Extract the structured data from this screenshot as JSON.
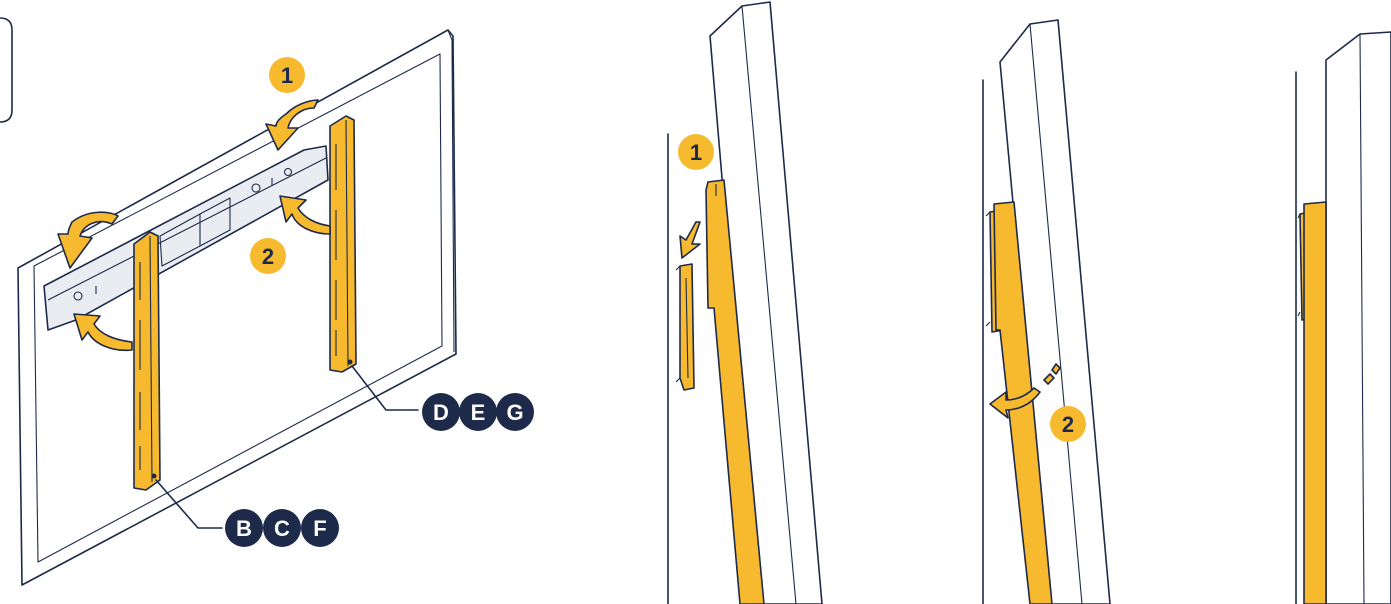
{
  "colors": {
    "accent": "#f7b92e",
    "ink": "#1d2a4a",
    "rail": "#e9edf2"
  },
  "left_panel": {
    "steps": {
      "step1": "1",
      "step2": "2"
    },
    "badges_lower": [
      "B",
      "C",
      "F"
    ],
    "badges_upper": [
      "D",
      "E",
      "G"
    ]
  },
  "right_panels": {
    "panel1_step": "1",
    "panel2_step": "2"
  },
  "icons": [
    "curved-arrow-icon",
    "down-arrow-icon",
    "rotate-arrow-icon"
  ]
}
